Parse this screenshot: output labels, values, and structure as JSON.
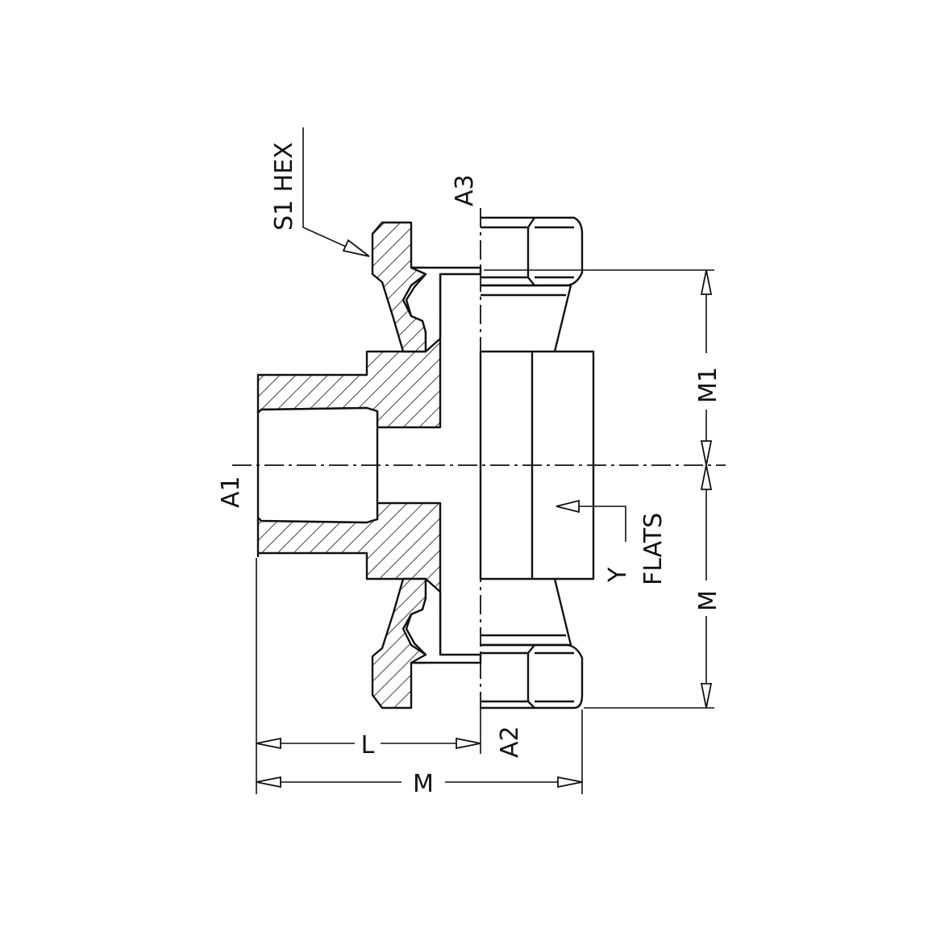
{
  "labels": {
    "s1_hex": "S1 HEX",
    "a1": "A1",
    "a2": "A2",
    "a3": "A3",
    "l": "L",
    "m_bottom": "M",
    "m_right": "M",
    "m1": "M1",
    "y": "Y",
    "flats": "FLATS"
  }
}
